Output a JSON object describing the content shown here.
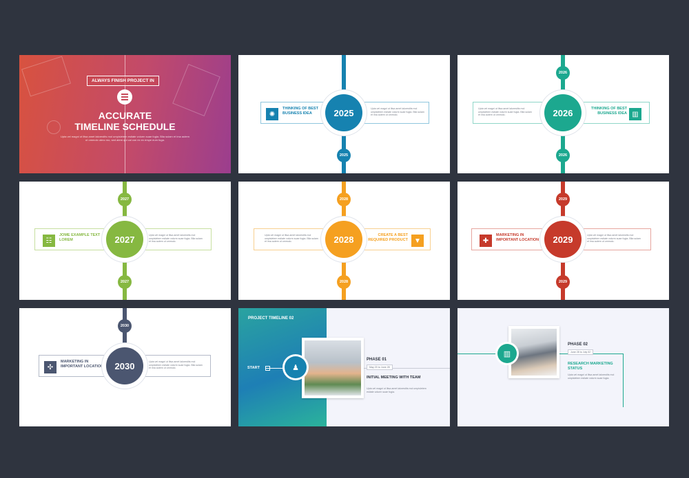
{
  "colors": {
    "blue": "#1682b0",
    "teal": "#1ca88f",
    "green": "#86b841",
    "orange": "#f5a020",
    "red": "#c63a2b",
    "navy": "#4b5670",
    "bg": "#2f343f"
  },
  "cover": {
    "tag": "ALWAYS FINISH PROJECT IN",
    "title_line1": "ACCURATE",
    "title_line2": "TIMELINE SCHEDULE",
    "icon": "sliders-icon",
    "desc": "Upta vel magni ut litsa amet lalorestits mol umpisletem estiate volurm suae fugia. Blia sulam et ima autem ut ommolo utmo mo, sed atem qui cal con ex ex erspe eum fuga."
  },
  "slides": [
    {
      "year": "2025",
      "small_top": "",
      "small_bottom": "2025",
      "label": "THINKING OF BEST BUSINESS IDEA",
      "icon": "bulb-icon",
      "para": "Upta vel magni ut litsa amet lalorestits mol umpisletem estiate volurm suae fugia. Blia sulam et ima autem ut ommolo."
    },
    {
      "year": "2026",
      "small_top": "2026",
      "small_bottom": "2026",
      "label": "THINKING OF BEST BUSINESS IDEA",
      "icon": "building-icon",
      "para": "Upta vel magni ut litsa amet lalorestits mol umpisletem estiate volurm suae fugia. Blia sulam et ima autem ut ommolo."
    },
    {
      "year": "2027",
      "small_top": "2027",
      "small_bottom": "2027",
      "label": "JOME EXAMPLE TEXT LOREM",
      "icon": "team-icon",
      "para": "Upta vel magni ut litsa amet lalorestits mol umpisletem estiate volurm suae fugia. Blia sulam et ima autem ut ommolo."
    },
    {
      "year": "2028",
      "small_top": "2028",
      "small_bottom": "2028",
      "label": "CREATE A BEST REQUIRED PRODUCT",
      "icon": "shirt-icon",
      "para": "Upta vel magni ut litsa amet lalorestits mol umpisletem estiate volurm suae fugia. Blia sulam et ima autem ut ommolo."
    },
    {
      "year": "2029",
      "small_top": "2029",
      "small_bottom": "2029",
      "label": "MARKETING IN IMPORTANT LOCATION",
      "icon": "target-icon",
      "para": "Upta vel magni ut litsa amet lalorestits mol umpisletem estiate volurm suae fugia. Blia sulam et ima autem ut ommolo."
    },
    {
      "year": "2030",
      "small_top": "2030",
      "small_bottom": "",
      "label": "MARKETING IN IMPORTANT LOCATION",
      "icon": "network-icon",
      "para": "Upta vel magni ut litsa amet lalorestits mol umpisletem estiate volurm suae fugia. Blia sulam et ima autem ut ommolo."
    }
  ],
  "project1": {
    "title": "PROJECT TIMELINE 02",
    "start": "START",
    "phase": "PHASE 01",
    "date": "May 20 to June 28",
    "heading": "INITIAL MEETING WITH TEAM",
    "para": "Upta vel magni ut litsa amet lalorestits mol umpisletem estiate volurm suae fugia."
  },
  "project2": {
    "phase": "PHASE 02",
    "date": "June 28 to July 02",
    "heading": "RESEARCH MARKETING STATUS",
    "para": "Upta vel magni ut litsa amet lalorestits mol umpisletem estiate volurm suae fugia."
  }
}
